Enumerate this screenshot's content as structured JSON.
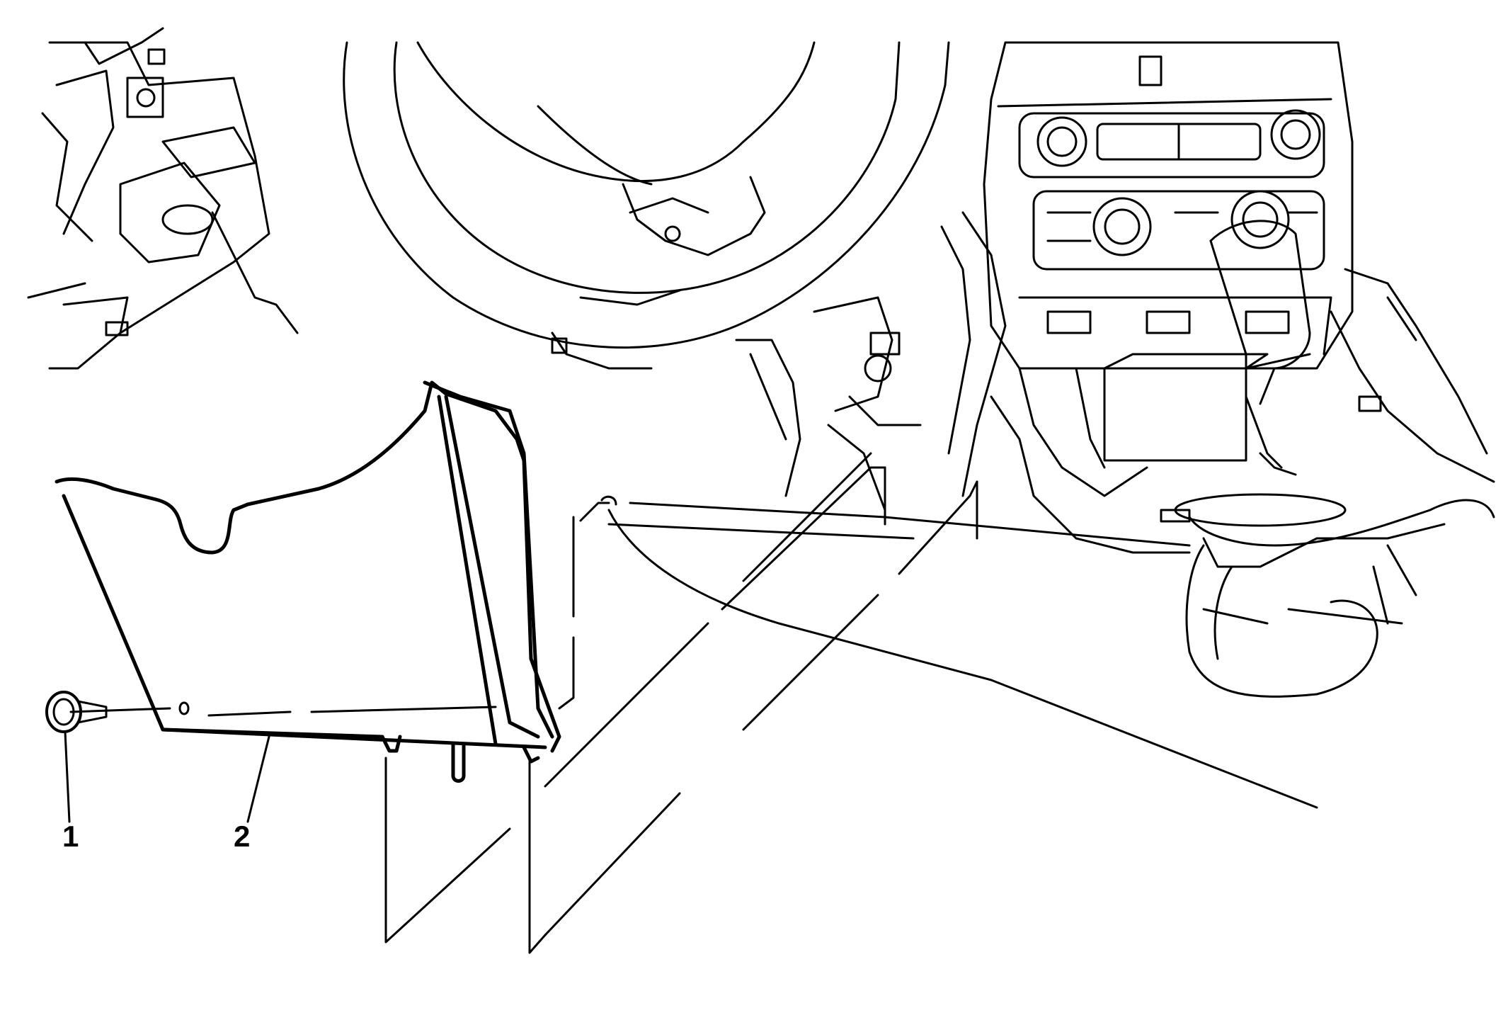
{
  "callouts": [
    {
      "label": "1",
      "part": "push-pin-retainer"
    },
    {
      "label": "2",
      "part": "knee-bolster-trim-panel"
    }
  ],
  "colors": {
    "line": "#000000",
    "background": "#ffffff"
  },
  "icons": [
    "push-pin-retainer-icon"
  ]
}
